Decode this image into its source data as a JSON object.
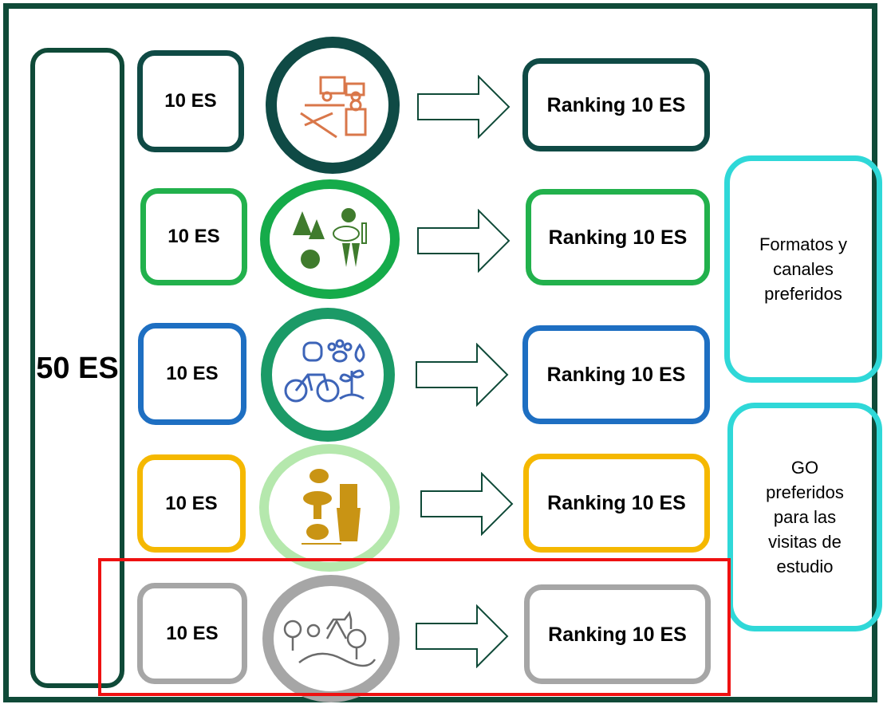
{
  "total_label": "50 ES",
  "rows": [
    {
      "group_label": "10 ES",
      "ranking_label": "Ranking 10 ES",
      "icon": "forestry-production-icon",
      "color": "#0f4a45",
      "circle_color": "#0f4a45"
    },
    {
      "group_label": "10 ES",
      "ranking_label": "Ranking 10 ES",
      "icon": "climate-regulation-icon",
      "color": "#22b14c",
      "circle_color": "#15ab4a"
    },
    {
      "group_label": "10 ES",
      "ranking_label": "Ranking 10 ES",
      "icon": "recreation-icon",
      "color": "#1e6fc2",
      "circle_color": "#1b9a67"
    },
    {
      "group_label": "10 ES",
      "ranking_label": "Ranking 10 ES",
      "icon": "food-products-icon",
      "color": "#f5b800",
      "circle_color": "#b5e8ad"
    },
    {
      "group_label": "10 ES",
      "ranking_label": "Ranking 10 ES",
      "icon": "landscape-icon",
      "color": "#a6a6a6",
      "circle_color": "#a6a6a6"
    }
  ],
  "side_boxes": [
    {
      "text": "Formatos y canales preferidos"
    },
    {
      "text": "GO preferidos para las visitas de estudio"
    }
  ],
  "colors": {
    "frame": "#0f4a38",
    "side": "#2fd8d8",
    "highlight": "#ee1111"
  }
}
